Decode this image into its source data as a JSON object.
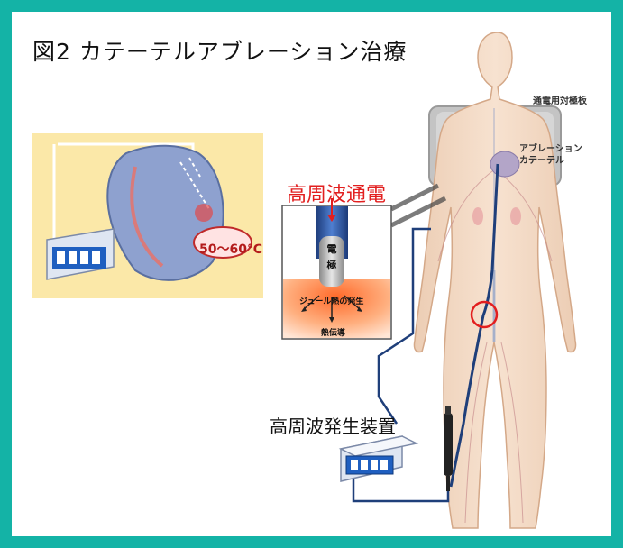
{
  "title": "図2 カテーテルアブレーション治療",
  "labels": {
    "pad": "通電用対極板",
    "catheter_line1": "アブレーション",
    "catheter_line2": "カテーテル",
    "rf_current": "高周波通電",
    "electrode_1": "電",
    "electrode_2": "極",
    "joule": "ジュール熱の発生",
    "heat": "熱伝導",
    "generator": "高周波発生装置",
    "temperature": "50〜60℃"
  },
  "colors": {
    "frame": "#14b3a6",
    "accent_red": "#e21f1f",
    "skin": "#f4dcc8",
    "catheter": "#1f3f7a"
  }
}
